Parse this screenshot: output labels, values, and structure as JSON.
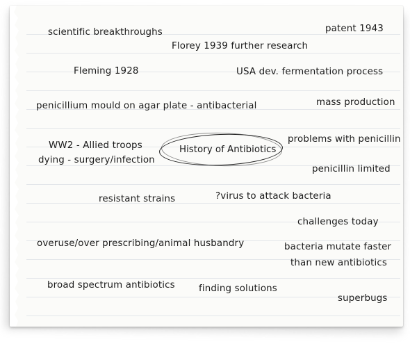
{
  "central_topic": "History of Antibiotics",
  "notes": [
    {
      "id": "scientific-breakthroughs",
      "text": "scientific breakthroughs"
    },
    {
      "id": "florey-1939",
      "text": "Florey 1939 further research"
    },
    {
      "id": "patent-1943",
      "text": "patent 1943"
    },
    {
      "id": "fleming-1928",
      "text": "Fleming 1928"
    },
    {
      "id": "usa-fermentation",
      "text": "USA dev. fermentation process"
    },
    {
      "id": "penicillium-mould",
      "text": "penicillium mould on agar plate - antibacterial"
    },
    {
      "id": "mass-production",
      "text": "mass production"
    },
    {
      "id": "ww2-line1",
      "text": "WW2 - Allied troops"
    },
    {
      "id": "ww2-line2",
      "text": "dying - surgery/infection"
    },
    {
      "id": "problems-penicillin",
      "text": "problems with penicillin"
    },
    {
      "id": "penicillin-limited",
      "text": "penicillin limited"
    },
    {
      "id": "resistant-strains",
      "text": "resistant strains"
    },
    {
      "id": "virus-attack",
      "text": "?virus to attack bacteria"
    },
    {
      "id": "challenges-today",
      "text": "challenges today"
    },
    {
      "id": "overuse",
      "text": "overuse/over prescribing/animal husbandry"
    },
    {
      "id": "mutate-line1",
      "text": "bacteria mutate faster"
    },
    {
      "id": "mutate-line2",
      "text": "than new antibiotics"
    },
    {
      "id": "broad-spectrum",
      "text": "broad spectrum antibiotics"
    },
    {
      "id": "finding-solutions",
      "text": "finding solutions"
    },
    {
      "id": "superbugs",
      "text": "superbugs"
    }
  ]
}
